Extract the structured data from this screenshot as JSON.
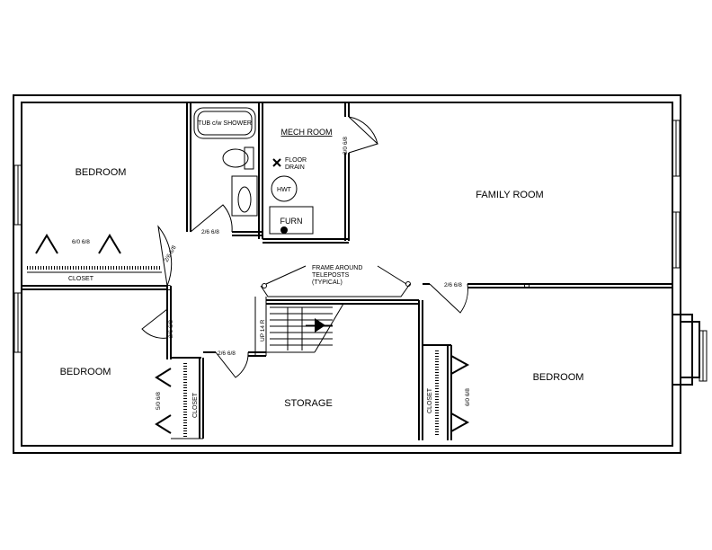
{
  "rooms": {
    "bedroom_nw": "BEDROOM",
    "bedroom_sw": "BEDROOM",
    "bedroom_e": "BEDROOM",
    "family_room": "FAMILY ROOM",
    "storage": "STORAGE",
    "mech_room": "MECH ROOM"
  },
  "fixtures": {
    "tub": "TUB c/w SHOWER",
    "floor_drain_1": "FLOOR",
    "floor_drain_2": "DRAIN",
    "hwt": "HWT",
    "furnace": "FURN",
    "stairs": "UP 14 R",
    "teleposts_1": "FRAME AROUND",
    "teleposts_2": "TELEPOSTS",
    "teleposts_3": "(TYPICAL)"
  },
  "closets": {
    "nw": "CLOSET",
    "sw": "CLOSET",
    "e": "CLOSET"
  },
  "doors": {
    "nw_closet": "6/0 6/8",
    "nw_bedroom": "2/6 6/8",
    "bath": "2/6 6/8",
    "mech": "3/0 6/8",
    "family": "2/6 6/8",
    "sw_bedroom": "2/6 6/8",
    "storage": "2/6 6/8",
    "sw_closet": "5/0 6/8",
    "e_closet": "6/0 6/8"
  }
}
